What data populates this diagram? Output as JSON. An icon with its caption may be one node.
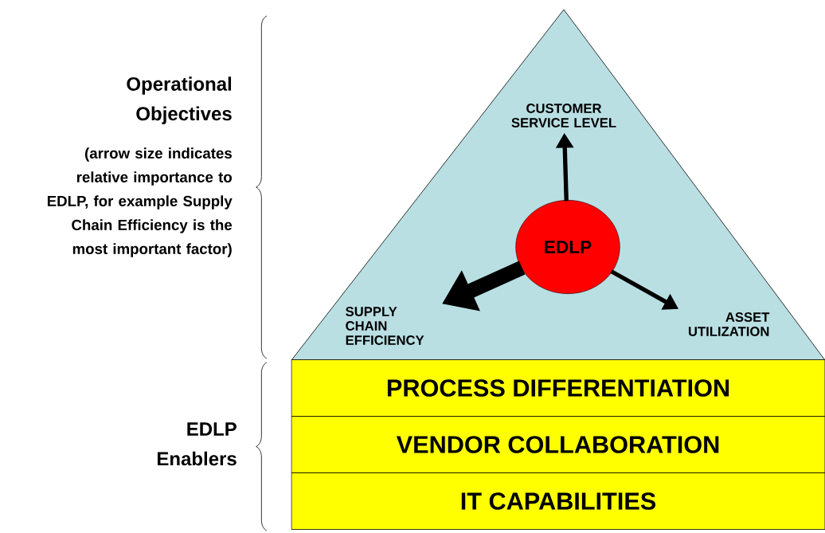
{
  "diagram": {
    "nodes": [
      {
        "text": [],
        "shape": "triangle"
      },
      {
        "text": [
          "EDLP"
        ],
        "in": 0
      },
      {
        "text": [
          "CUSTOMER SERVICE LEVEL"
        ],
        "in": 0
      },
      {
        "text": [
          "SUPPLY CHAIN EFFICIENCY"
        ],
        "in": 0
      },
      {
        "text": [
          "ASSET UTILIZATION"
        ],
        "in": 0
      },
      {
        "text": [
          "PROCESS DIFFERENTIATION"
        ]
      },
      {
        "text": [
          "VENDOR COLLABORATION"
        ]
      },
      {
        "text": [
          "IT CAPABILITIES"
        ]
      }
    ],
    "edges": [
      {
        "from": 1,
        "to": 2,
        "arrow": "to"
      },
      {
        "from": 1,
        "to": 3,
        "arrow": "to",
        "style": "thick"
      },
      {
        "from": 1,
        "to": 4,
        "arrow": "to"
      }
    ],
    "labels": [
      "Operational Objectives",
      "(arrow size indicates relative importance to EDLP, for example **S**upply Chain Efficiency is the most important factor)",
      "EDLP Enablers"
    ]
  }
}
